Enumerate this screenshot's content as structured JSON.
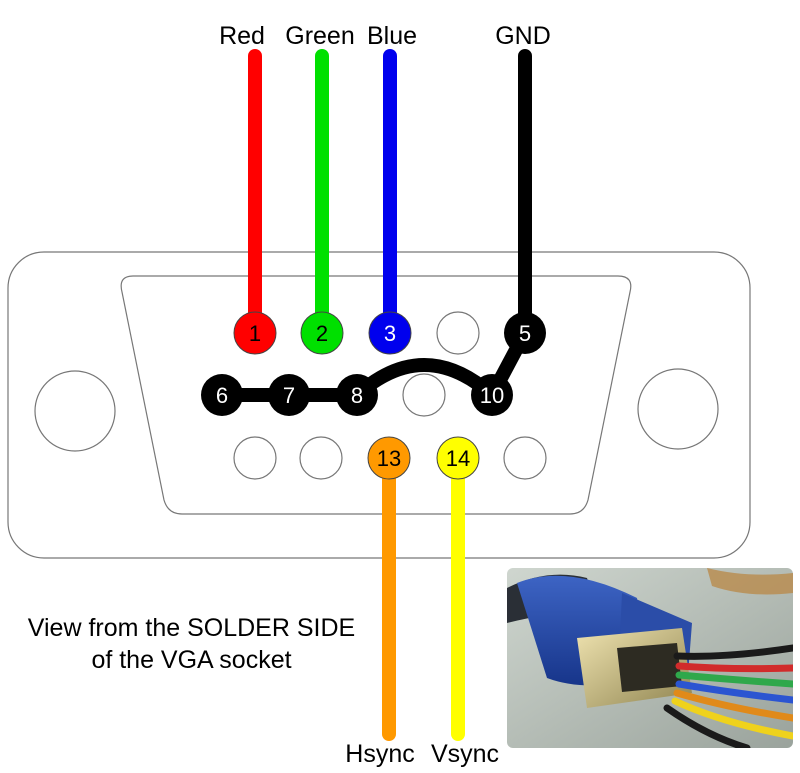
{
  "colors": {
    "red": "#ff0000",
    "green": "#00e000",
    "blue": "#0000ee",
    "black": "#000000",
    "orange": "#ff9900",
    "yellow": "#ffff00"
  },
  "labels": {
    "red": "Red",
    "green": "Green",
    "blue": "Blue",
    "gnd": "GND",
    "hsync": "Hsync",
    "vsync": "Vsync"
  },
  "pins": {
    "p1": "1",
    "p2": "2",
    "p3": "3",
    "p5": "5",
    "p6": "6",
    "p7": "7",
    "p8": "8",
    "p10": "10",
    "p13": "13",
    "p14": "14"
  },
  "caption": {
    "line1": "View from the SOLDER SIDE",
    "line2": "of the VGA socket"
  }
}
